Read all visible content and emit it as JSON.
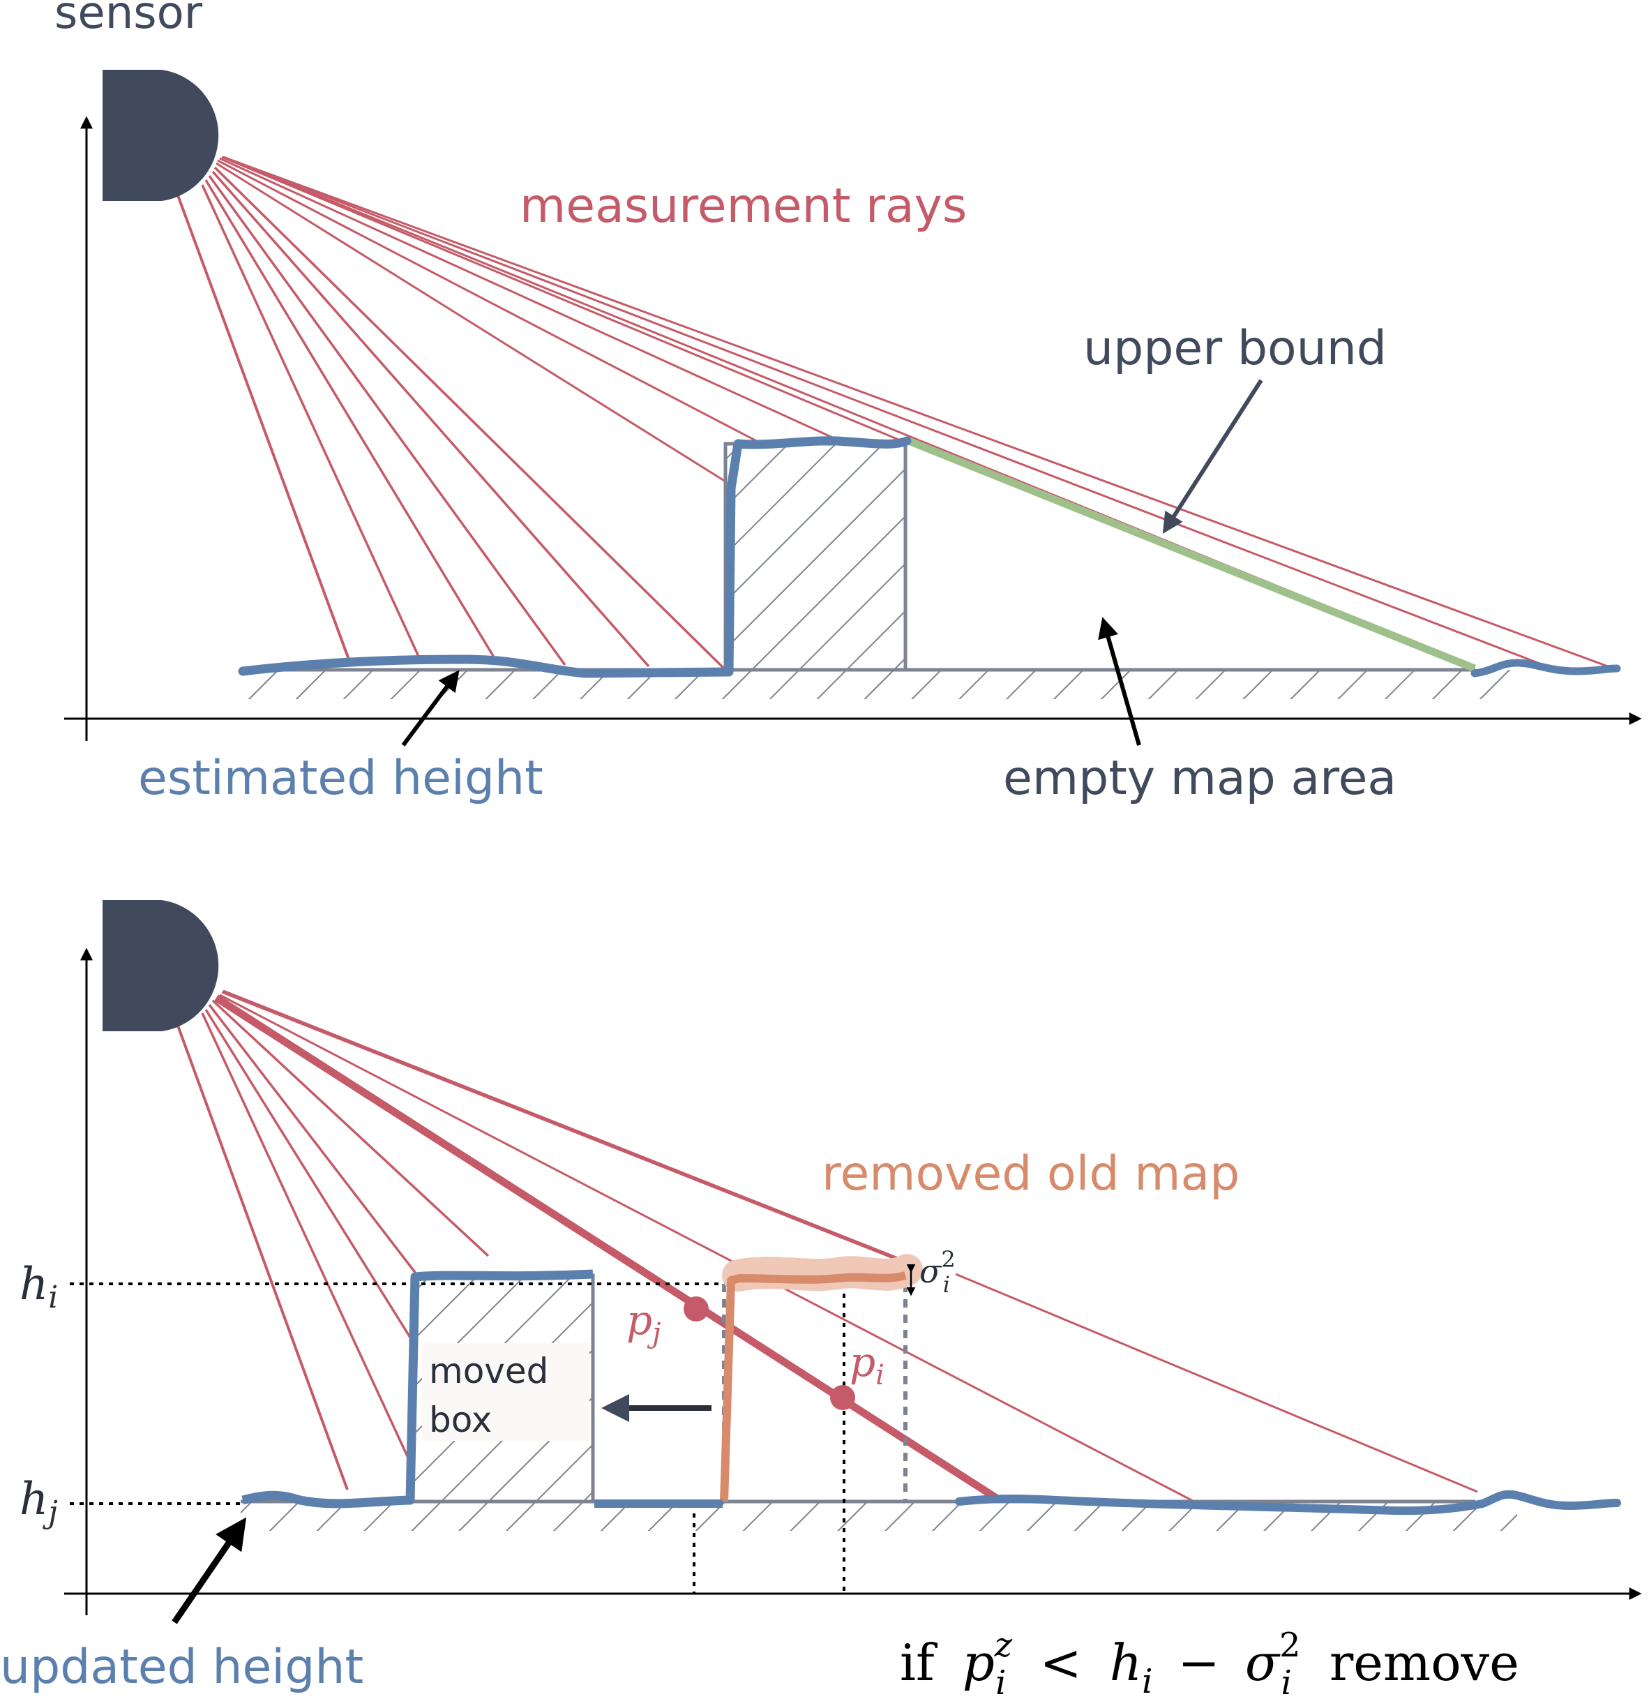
{
  "colors": {
    "dark": "#414a5c",
    "ray": "#c55b68",
    "blue": "#5b80ad",
    "green": "#9ec08a",
    "orange": "#d88b6b",
    "orange_band": "#efc8b8",
    "ground": "#7d8391",
    "axis": "#000000"
  },
  "top_panel": {
    "sensor_label": "sensor",
    "rays_label": "measurement rays",
    "upper_bound_label": "upper bound",
    "estimated_height_label": "estimated height",
    "empty_map_label": "empty map area"
  },
  "bottom_panel": {
    "removed_label": "removed old map",
    "moved_box_line1": "moved",
    "moved_box_line2": "box",
    "updated_height_label": "updated height",
    "h_i": "h",
    "h_i_sub": "i",
    "h_j": "h",
    "h_j_sub": "j",
    "p_j": "p",
    "p_j_sub": "j",
    "p_i": "p",
    "p_i_sub": "i",
    "sigma": "σ",
    "sigma_sub": "i",
    "sigma_sup": "2",
    "cond_if": "if",
    "cond_p": "p",
    "cond_p_sub": "i",
    "cond_p_sup": "z",
    "cond_lt": "<",
    "cond_h": "h",
    "cond_h_sub": "i",
    "cond_minus": "−",
    "cond_sigma": "σ",
    "cond_sigma_sub": "i",
    "cond_sigma_sup": "2",
    "cond_remove": "remove"
  }
}
